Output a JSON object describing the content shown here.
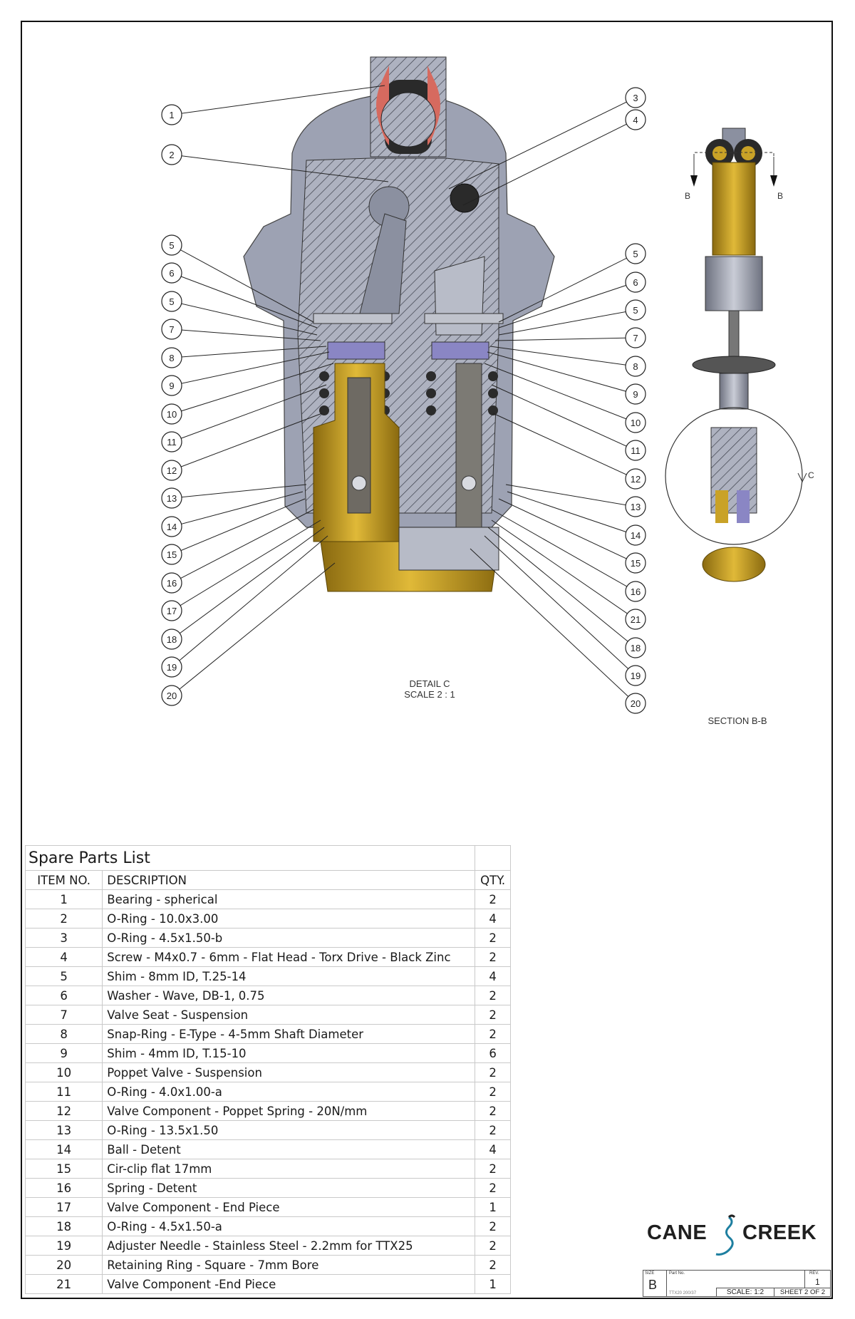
{
  "drawing": {
    "detail_title": "DETAIL C",
    "detail_scale": "SCALE 2 : 1",
    "section_title": "SECTION B-B",
    "section_mark": "B",
    "detail_mark": "C",
    "callouts_left": [
      "1",
      "2",
      "5",
      "6",
      "5",
      "7",
      "8",
      "9",
      "10",
      "11",
      "12",
      "13",
      "14",
      "15",
      "16",
      "17",
      "18",
      "19",
      "20"
    ],
    "callouts_right": [
      "3",
      "4",
      "5",
      "6",
      "5",
      "7",
      "8",
      "9",
      "10",
      "11",
      "12",
      "13",
      "14",
      "15",
      "16",
      "21",
      "18",
      "19",
      "20"
    ],
    "colors": {
      "body": "#9a9fb0",
      "brass": "#c9a227",
      "poppet": "#8a86c4",
      "ring": "#d66a5f"
    }
  },
  "parts_list": {
    "title": "Spare Parts List",
    "headers": [
      "ITEM NO.",
      "DESCRIPTION",
      "QTY."
    ],
    "rows": [
      [
        "1",
        "Bearing - spherical",
        "2"
      ],
      [
        "2",
        "O-Ring - 10.0x3.00",
        "4"
      ],
      [
        "3",
        "O-Ring - 4.5x1.50-b",
        "2"
      ],
      [
        "4",
        "Screw - M4x0.7 - 6mm - Flat Head - Torx Drive - Black Zinc",
        "2"
      ],
      [
        "5",
        "Shim - 8mm ID, T.25-14",
        "4"
      ],
      [
        "6",
        "Washer - Wave, DB-1, 0.75",
        "2"
      ],
      [
        "7",
        "Valve Seat - Suspension",
        "2"
      ],
      [
        "8",
        "Snap-Ring - E-Type - 4-5mm Shaft Diameter",
        "2"
      ],
      [
        "9",
        "Shim - 4mm ID, T.15-10",
        "6"
      ],
      [
        "10",
        "Poppet Valve - Suspension",
        "2"
      ],
      [
        "11",
        "O-Ring - 4.0x1.00-a",
        "2"
      ],
      [
        "12",
        "Valve Component - Poppet Spring - 20N/mm",
        "2"
      ],
      [
        "13",
        "O-Ring - 13.5x1.50",
        "2"
      ],
      [
        "14",
        "Ball - Detent",
        "4"
      ],
      [
        "15",
        "Cir-clip flat 17mm",
        "2"
      ],
      [
        "16",
        "Spring - Detent",
        "2"
      ],
      [
        "17",
        "Valve Component - End Piece",
        "1"
      ],
      [
        "18",
        "O-Ring - 4.5x1.50-a",
        "2"
      ],
      [
        "19",
        "Adjuster Needle - Stainless Steel - 2.2mm for TTX25",
        "2"
      ],
      [
        "20",
        "Retaining Ring - Square - 7mm Bore",
        "2"
      ],
      [
        "21",
        "Valve Component -End Piece",
        "1"
      ]
    ]
  },
  "logo": {
    "left": "CANE",
    "right": "CREEK"
  },
  "title_block": {
    "size_label": "SIZE",
    "size_value": "B",
    "part_label": "Part No.",
    "part_value": "TTX20 200/37",
    "rev_label": "REV.",
    "rev_value": "1",
    "scale": "SCALE: 1:2",
    "sheet": "SHEET 2 OF 2"
  }
}
